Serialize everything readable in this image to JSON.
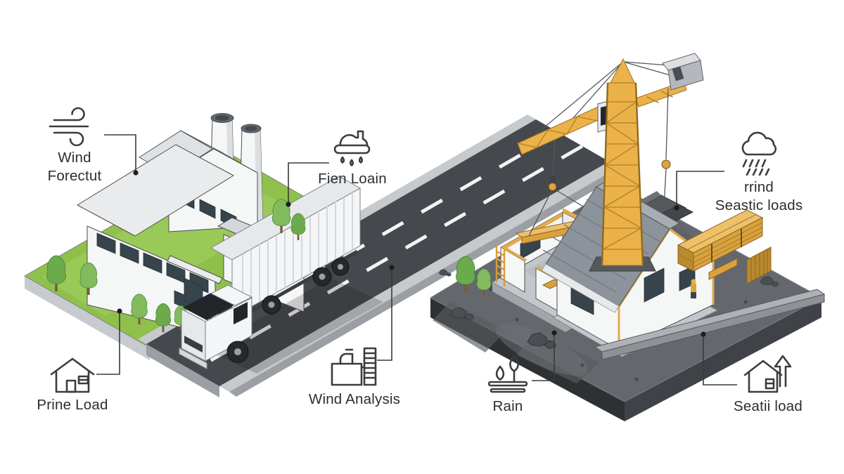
{
  "labels": {
    "wind_forecast": {
      "icon": "wind-icon",
      "line1": "Wind",
      "line2": "Forectut"
    },
    "rain_load": {
      "icon": "rain-cloud-icon",
      "line1": "Fien Loain"
    },
    "storm_loads": {
      "icon": "storm-cloud-icon",
      "line1": "rrind",
      "line2": "Seastic loads"
    },
    "dead_load": {
      "icon": "house-icon",
      "line1": "Prine Load"
    },
    "wind_analysis": {
      "icon": "testing-machine-icon",
      "line1": "Wind Analysis"
    },
    "rain": {
      "icon": "plant-drops-icon",
      "line1": "Rain"
    },
    "uplift_load": {
      "icon": "house-uplift-icon",
      "line1": "Seatii load"
    }
  },
  "palette": {
    "bg": "#ffffff",
    "text": "#2d2d2d",
    "icon": "#3c3c3c",
    "line": "#3a3a3a",
    "grass": "#8ec04b",
    "grass_light": "#a3d060",
    "platform_side": "#c7cbd0",
    "road": "#45484c",
    "road_dash": "#f2f3f4",
    "curb": "#c6cacd",
    "site_top": "#64686d",
    "site_side": "#3f4246",
    "site_side_dark": "#2e3134",
    "crane_yellow": "#ecb24a",
    "lumber": "#d9a23e",
    "lumber_light": "#eec06a",
    "roof_gray": "#8d939a",
    "wall_white": "#f5f6f6",
    "window_dark": "#37444c",
    "trim_yellow": "#e2a94d",
    "tree_green": "#6cab4c",
    "tree_green_light": "#82bb5e",
    "trunk_brown": "#7b5b3e"
  }
}
